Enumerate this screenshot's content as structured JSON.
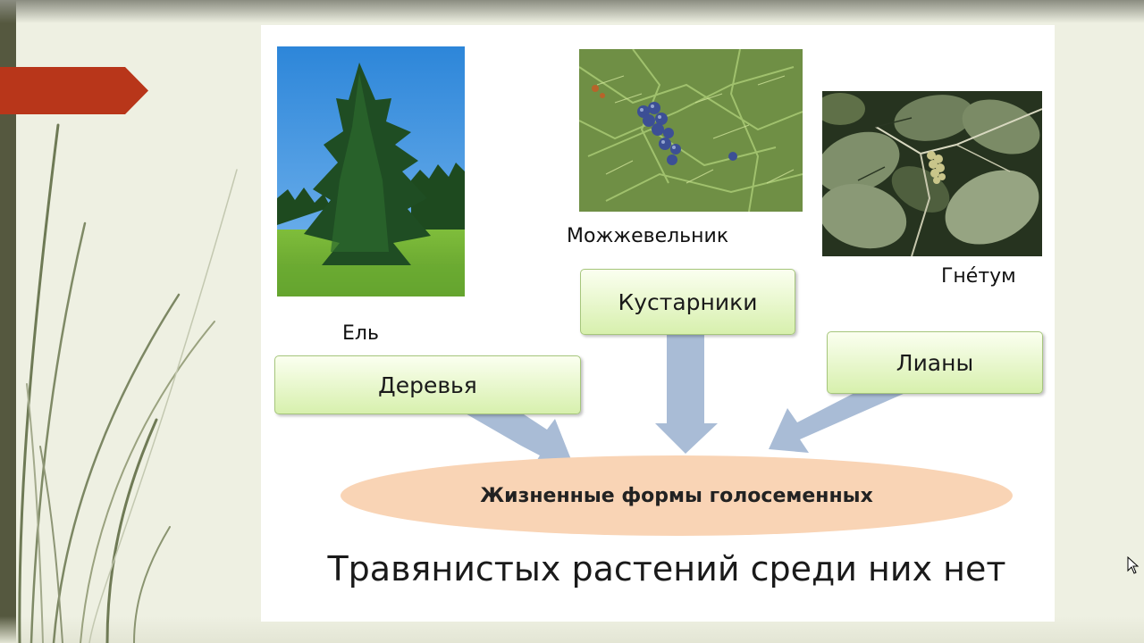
{
  "photos": {
    "spruce": {
      "label": "Ель",
      "icon": "spruce-photo"
    },
    "juniper": {
      "label": "Можжевельник",
      "icon": "juniper-photo"
    },
    "gnetum": {
      "label": "Гне́тум",
      "icon": "gnetum-photo"
    }
  },
  "categories": {
    "trees": "Деревья",
    "shrubs": "Кустарники",
    "lianas": "Лианы"
  },
  "center_label": "Жизненные формы голосеменных",
  "footer_note": "Травянистых растений среди них нет",
  "colors": {
    "accent_red": "#b8361a",
    "box_green": "#d7f0ad",
    "arrow_blue": "#a9bcd6",
    "ellipse_peach": "#f9d4b5"
  }
}
